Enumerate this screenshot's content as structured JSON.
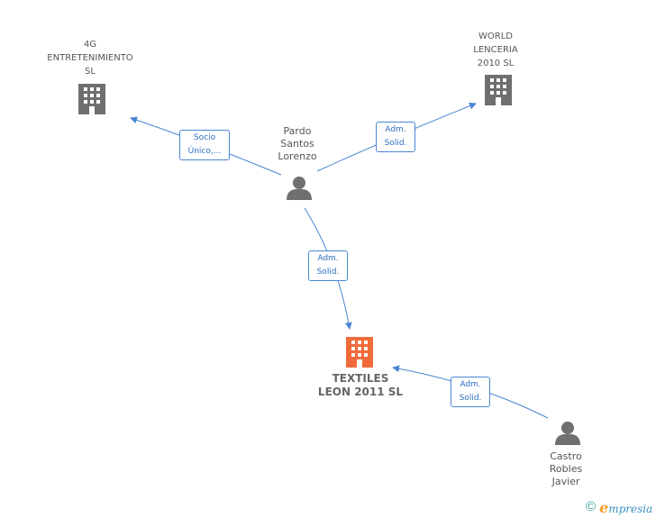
{
  "nodes": {
    "company_4g": {
      "label": "4G\nENTRETENIMIENTO\nSL"
    },
    "company_world": {
      "label": "WORLD\nLENCERIA\n2010 SL"
    },
    "company_textiles": {
      "label": "TEXTILES\nLEON 2011 SL"
    },
    "person_pardo": {
      "label": "Pardo\nSantos\nLorenzo"
    },
    "person_castro": {
      "label": "Castro\nRobles\nJavier"
    }
  },
  "edges": {
    "pardo_4g": {
      "label": "Socio\nÚnico,..."
    },
    "pardo_world": {
      "label": "Adm.\nSolid."
    },
    "pardo_textiles": {
      "label": "Adm.\nSolid."
    },
    "castro_textiles": {
      "label": "Adm.\nSolid."
    }
  },
  "footer": {
    "copyright": "©",
    "brand_initial": "e",
    "brand_rest": "mpresia"
  },
  "colors": {
    "edge": "#4a86d4",
    "company_icon": "#6f6f6f",
    "main_company_icon": "#f26a3a",
    "person_icon": "#6f6f6f"
  }
}
